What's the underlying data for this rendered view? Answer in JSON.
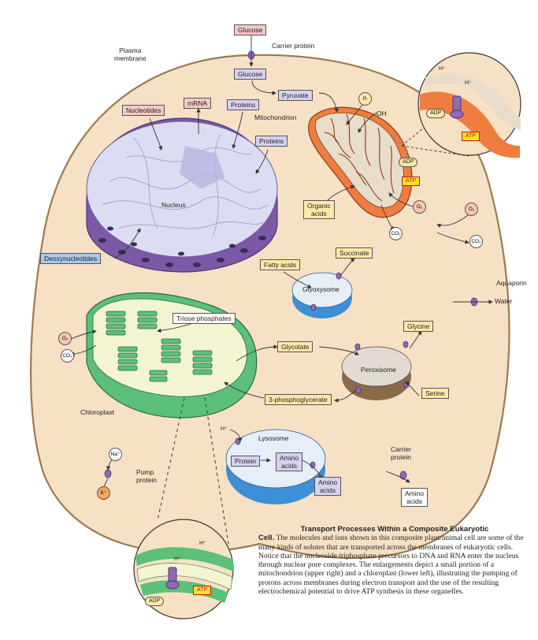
{
  "labels": {
    "glucose_top": "Glucose",
    "carrier_protein_top": "Carrier protein",
    "plasma_membrane": "Plasma\nmembrane",
    "glucose_inner": "Glucose",
    "pyruvate": "Pyruvate",
    "mrna": "mRNA",
    "proteins_1": "Proteins",
    "nucleotides": "Nucleotides",
    "mitochondrion": "Mitochondrion",
    "proteins_2": "Proteins",
    "pi": "Pᵢ",
    "oh": "OH",
    "h_plus_zoom_1": "H⁺",
    "h_plus_zoom_2": "H⁺",
    "adp_zoom_top": "ADP",
    "atp_zoom_top": "ATP",
    "adp_mito": "ADP",
    "atp_mito": "ATP",
    "nucleus": "Nucleus",
    "organic_acids": "Organic\nacids",
    "o2_mito": "O₂",
    "co2_mito": "CO₂",
    "o2_right": "O₂",
    "co2_right": "CO₂",
    "deoxynucleotides": "Deoxynucleotides",
    "succinate": "Succinate",
    "fatty_acids": "Fatty acids",
    "glyoxysome": "Glyoxysome",
    "aquaporin": "Aquaporin",
    "water": "Water",
    "triose_phosphates": "Triose phosphates",
    "glycine": "Glycine",
    "o2_left": "O₂",
    "co2_left": "CO₂",
    "glycolate": "Glycolate",
    "peroxisome": "Peroxisome",
    "serine": "Serine",
    "phosphoglycerate": "3-phosphoglycerate",
    "chloroplast": "Chloroplast",
    "h_plus_lys": "H⁺",
    "lysosome": "Lysosome",
    "carrier_protein_right": "Carrier\nprotein",
    "protein": "Protein",
    "amino_acids_lys": "Amino\nacids",
    "amino_acids_mid": "Amino\nacids",
    "amino_acids_right": "Amino\nacids",
    "na": "Na⁺",
    "pump_protein": "Pump\nprotein",
    "k": "K⁺",
    "h_plus_chl_1": "H⁺",
    "h_plus_chl_2": "H⁺",
    "adp_chl": "ADP",
    "atp_chl": "ATP"
  },
  "caption": {
    "title": "Transport Processes Within a Composite Eukaryotic",
    "lead": "Cell.",
    "body": " The molecules and ions shown in this composite plant/animal cell are some of the many kinds of solutes that are transported across the membranes of eukaryotic cells. Notice that the nucleoside triphosphate precursors to DNA and RNA enter the nucleus through nuclear pore complexes. The enlargements depict a small portion of a mitochondrion (upper right) and a chloroplast (lower left), illustrating the pumping of protons across membranes during electron transport and the use of the resulting electrochemical potential to drive ATP synthesis in these organelles."
  },
  "colors": {
    "cytoplasm": "#f6e1c5",
    "membrane": "#9b7a50",
    "nucleus_fill": "#dcdcf3",
    "nucleus_shell": "#7a5aa6",
    "mito_outer": "#ee7d3f",
    "mito_inner": "#e8dccb",
    "chloro_outer": "#5cbf7a",
    "chloro_inner": "#f3f4d2",
    "lysosome_top": "#e6eef8",
    "lysosome_side": "#3d8fd6",
    "peroxisome_top": "#e2dbd3",
    "peroxisome_side": "#8b6a48",
    "transporter": "#8f6bb3"
  }
}
